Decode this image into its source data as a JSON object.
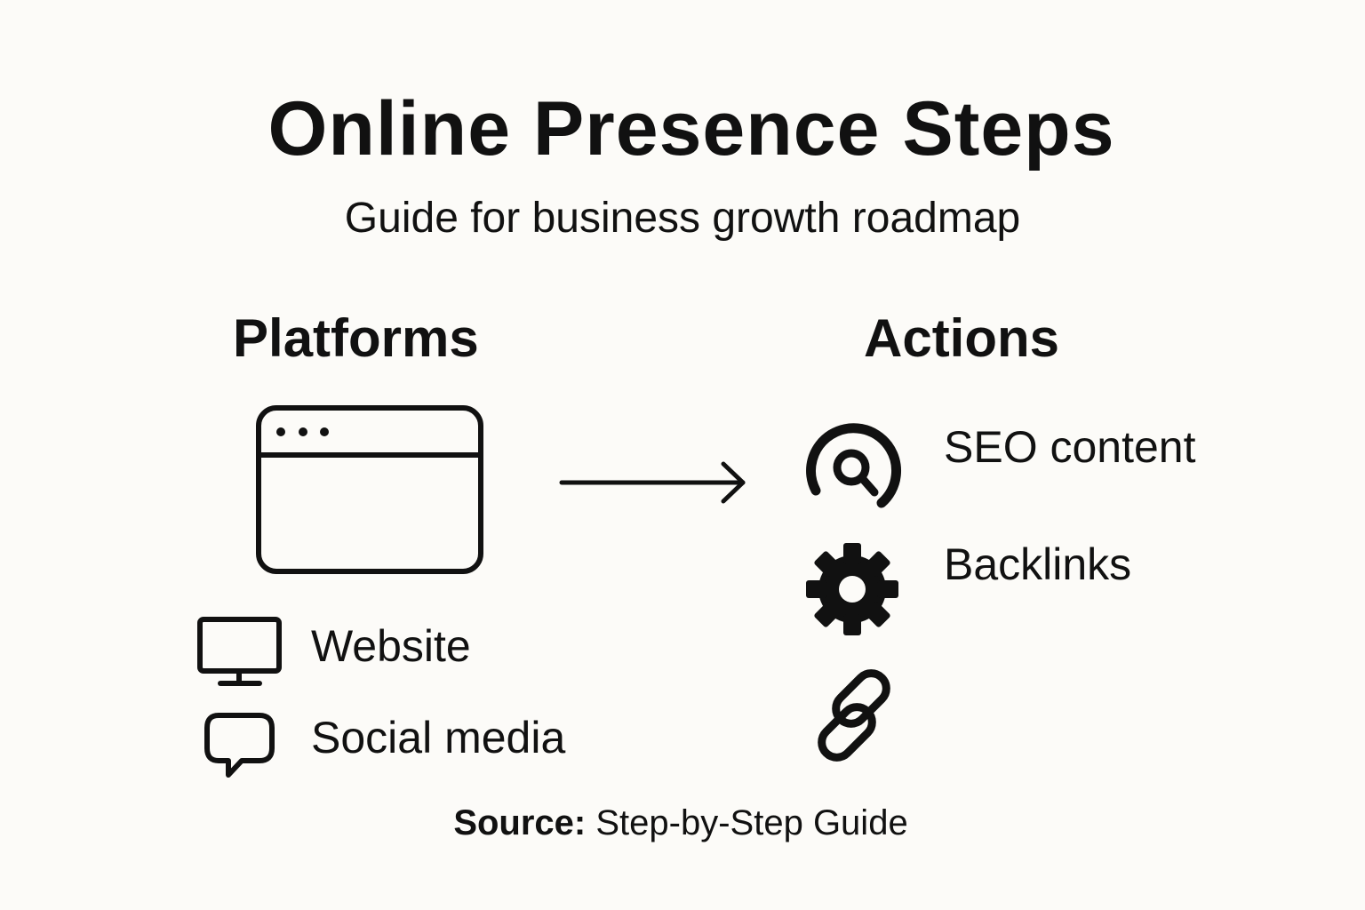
{
  "header": {
    "title": "Online Presence Steps",
    "subtitle": "Guide for business growth roadmap"
  },
  "platforms": {
    "heading": "Platforms",
    "items": [
      {
        "label": "Website",
        "icon": "monitor-icon"
      },
      {
        "label": "Social media",
        "icon": "chat-bubble-icon"
      }
    ]
  },
  "actions": {
    "heading": "Actions",
    "items": [
      {
        "label": "SEO content",
        "icon": "search-icon"
      },
      {
        "label": "Backlinks",
        "icon": "gear-icon"
      }
    ],
    "extra_icon": "link-icon"
  },
  "footer": {
    "source_label": "Source:",
    "source_value": "Step-by-Step Guide"
  },
  "colors": {
    "background": "#fcfbf8",
    "ink": "#111111"
  }
}
